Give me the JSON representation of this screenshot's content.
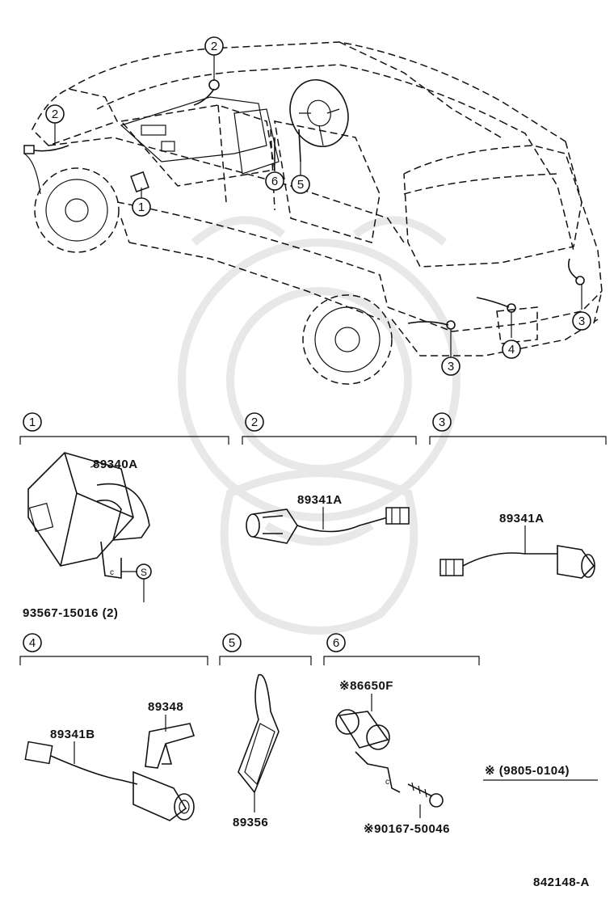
{
  "diagram_id": "842148-A",
  "overview_callouts": [
    "1",
    "2",
    "2",
    "3",
    "3",
    "4",
    "5",
    "6"
  ],
  "sections": [
    {
      "number": "1",
      "parts": [
        "89340A",
        "93567-15016 (2)"
      ]
    },
    {
      "number": "2",
      "parts": [
        "89341A"
      ]
    },
    {
      "number": "3",
      "parts": [
        "89341A"
      ]
    },
    {
      "number": "4",
      "parts": [
        "89348",
        "89341B"
      ]
    },
    {
      "number": "5",
      "parts": [
        "89356"
      ]
    },
    {
      "number": "6",
      "parts": [
        "※86650F",
        "※90167-50046"
      ]
    }
  ],
  "note": "※ (9805-0104)",
  "screw_marker": "S"
}
